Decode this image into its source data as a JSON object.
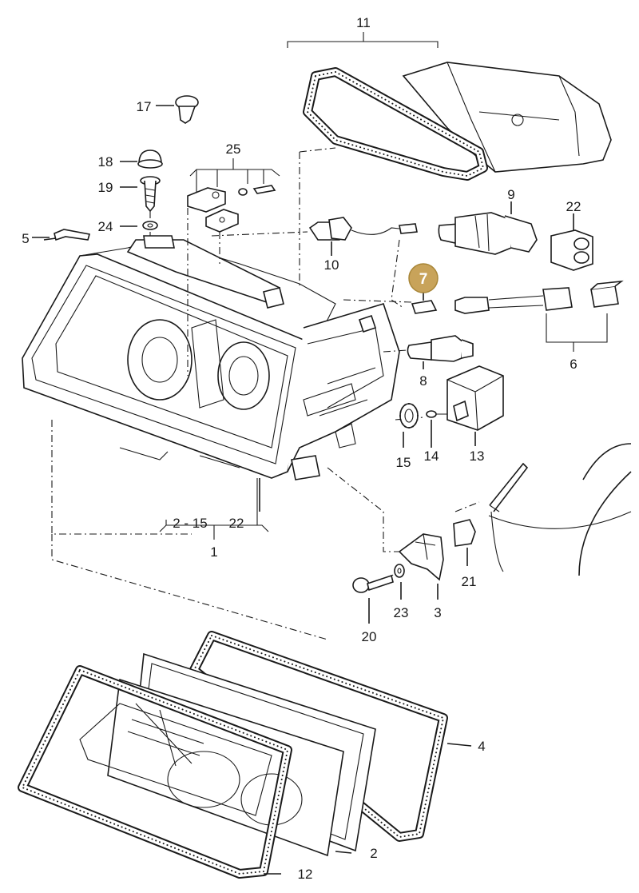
{
  "diagram": {
    "highlight_color": "#c8a35a",
    "highlighted_callout": "7",
    "callouts": {
      "c1": "1",
      "c2": "2",
      "c3": "3",
      "c4": "4",
      "c5": "5",
      "c6": "6",
      "c7": "7",
      "c8": "8",
      "c9": "9",
      "c10": "10",
      "c11": "11",
      "c12": "12",
      "c13": "13",
      "c14": "14",
      "c15": "15",
      "c17": "17",
      "c18": "18",
      "c19": "19",
      "c20": "20",
      "c21": "21",
      "c22a": "22",
      "c22b": "22",
      "c23": "23",
      "c24": "24",
      "c25": "25",
      "c2to15": "2 - 15"
    }
  }
}
